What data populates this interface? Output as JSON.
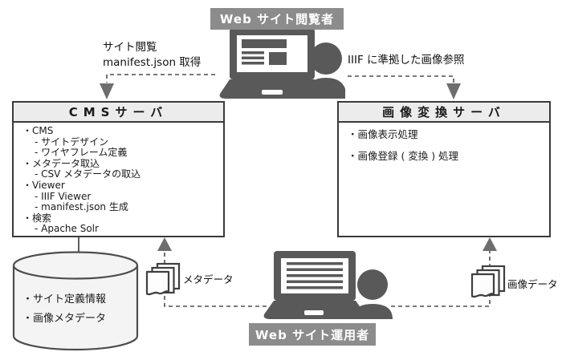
{
  "viewer": {
    "badge": "Web サイト閲覧者"
  },
  "operator": {
    "badge": "Web サイト運用者"
  },
  "labels": {
    "site_browse_line1": "サイト閲覧",
    "site_browse_line2": "manifest.json 取得",
    "iiif_reference": "IIIF に準拠した画像参照",
    "metadata_doc": "メタデータ",
    "image_doc": "画像データ"
  },
  "cms_box": {
    "title": "CMSサーバ",
    "items": [
      "・CMS",
      "- サイトデザイン",
      "- ワイヤフレーム定義",
      "・メタデータ取込",
      "- CSV メタデータの取込",
      "・Viewer",
      "- IIIF Viewer",
      "- manifest.json 生成",
      "・検索",
      "- Apache Solr"
    ]
  },
  "image_box": {
    "title": "画像変換サーバ",
    "items": [
      "・画像表示処理",
      "・画像登録 ( 変換 ) 処理"
    ]
  },
  "database": {
    "items": [
      "・サイト定義情報",
      "・画像メタデータ"
    ]
  },
  "colors": {
    "badge_gray": "#8c8c8c",
    "icon_gray": "#595959",
    "line_gray": "#4d4d4d",
    "arrow_gray": "#6e6e6e",
    "box_header_bg": "#ececec",
    "cylinder_fill": "#f4f4f4"
  }
}
